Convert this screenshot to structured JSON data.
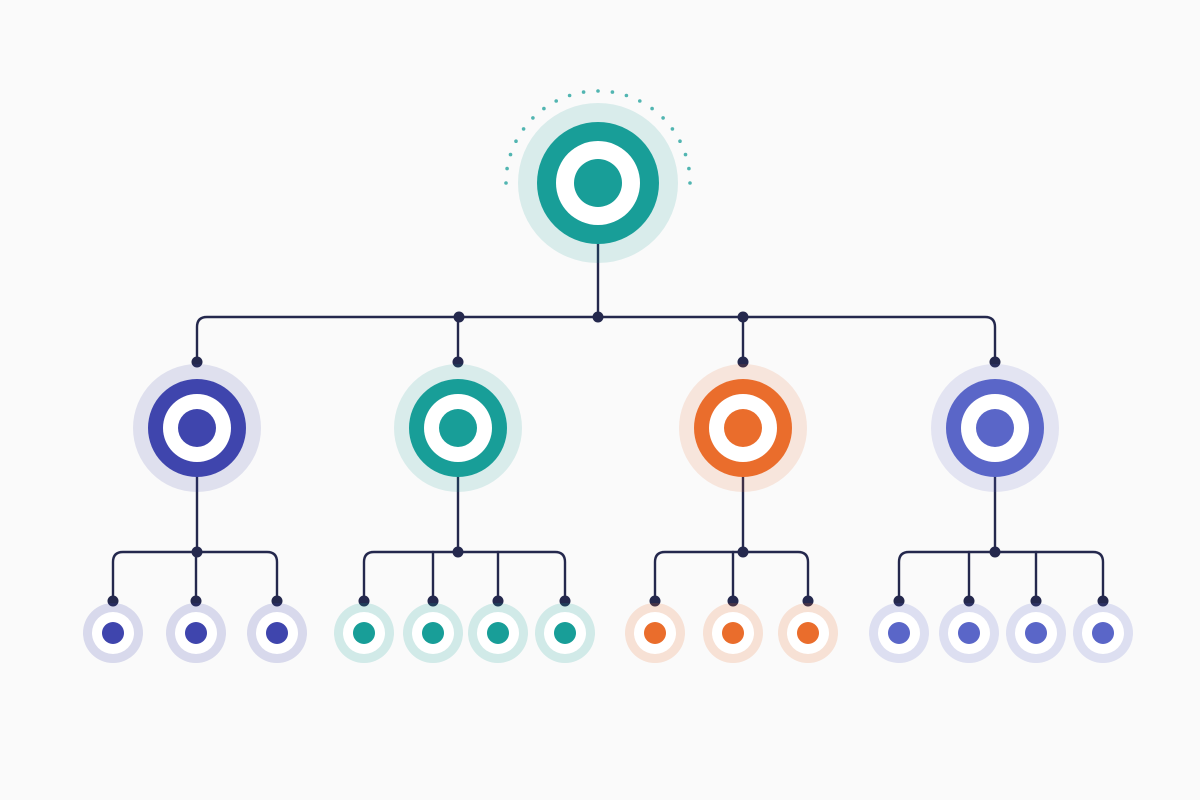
{
  "colors": {
    "background": "#fafafa",
    "connector": "#24284d",
    "teal": "#189e98",
    "indigo": "#3f45ad",
    "orange": "#ea6d2c",
    "blue": "#5a66c8",
    "white": "#ffffff"
  },
  "tree": {
    "root": {
      "name": "root-node",
      "color": "teal",
      "has_dotted_arc": true,
      "children": [
        {
          "name": "branch-node-1",
          "color": "indigo",
          "leaf_count": 3
        },
        {
          "name": "branch-node-2",
          "color": "teal",
          "leaf_count": 4
        },
        {
          "name": "branch-node-3",
          "color": "orange",
          "leaf_count": 3
        },
        {
          "name": "branch-node-4",
          "color": "blue",
          "leaf_count": 4
        }
      ]
    }
  }
}
